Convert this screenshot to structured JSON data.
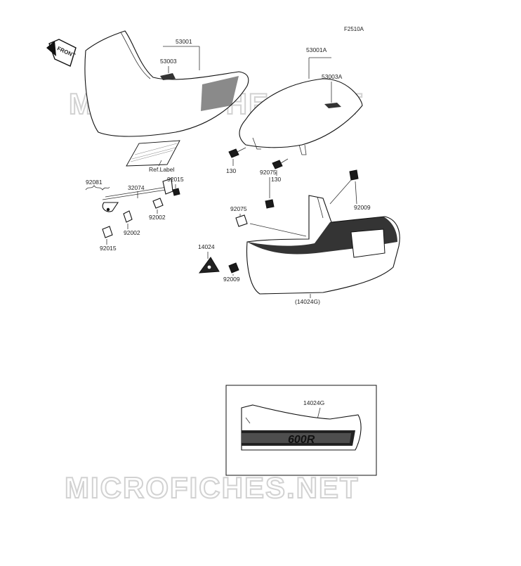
{
  "figure_code": "F2510A",
  "front_label": "FRONT",
  "watermark": "MICROFICHES.NET",
  "labels": {
    "seat_main": "53001",
    "seat_main_alt": "53003",
    "seat_rear": "53001A",
    "seat_rear_alt": "53003A",
    "ref_label": "Ref.Label",
    "spring": "92081",
    "lock_rod": "32074",
    "collar_top": "92015",
    "collar_bottom": "92015",
    "bolt_left": "92002",
    "bolt_right": "92002",
    "bolt_130_left": "130",
    "bolt_130_right": "130",
    "nut_top": "92075",
    "nut_mid": "92075",
    "bolt_92009_top": "92009",
    "bolt_92009_bottom": "92009",
    "cover_part": "14024",
    "cover_paint": "(14024G)",
    "inset_part": "14024G",
    "inset_decal": "600R"
  }
}
